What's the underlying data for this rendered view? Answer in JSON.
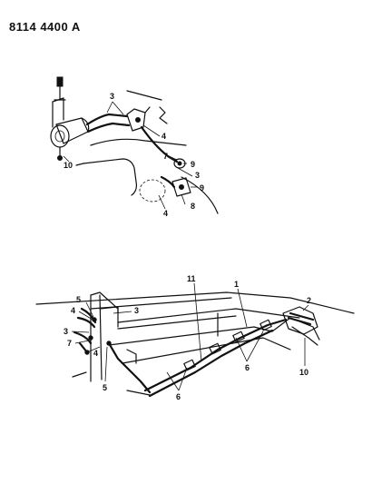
{
  "header": {
    "part_number": "8114 4400 A"
  },
  "top_view": {
    "callouts": [
      "3",
      "4",
      "9",
      "3",
      "7",
      "9",
      "8",
      "4",
      "10"
    ]
  },
  "bottom_view": {
    "callouts": [
      "11",
      "1",
      "2",
      "5",
      "4",
      "3",
      "3",
      "7",
      "4",
      "5",
      "6",
      "6",
      "10"
    ]
  }
}
